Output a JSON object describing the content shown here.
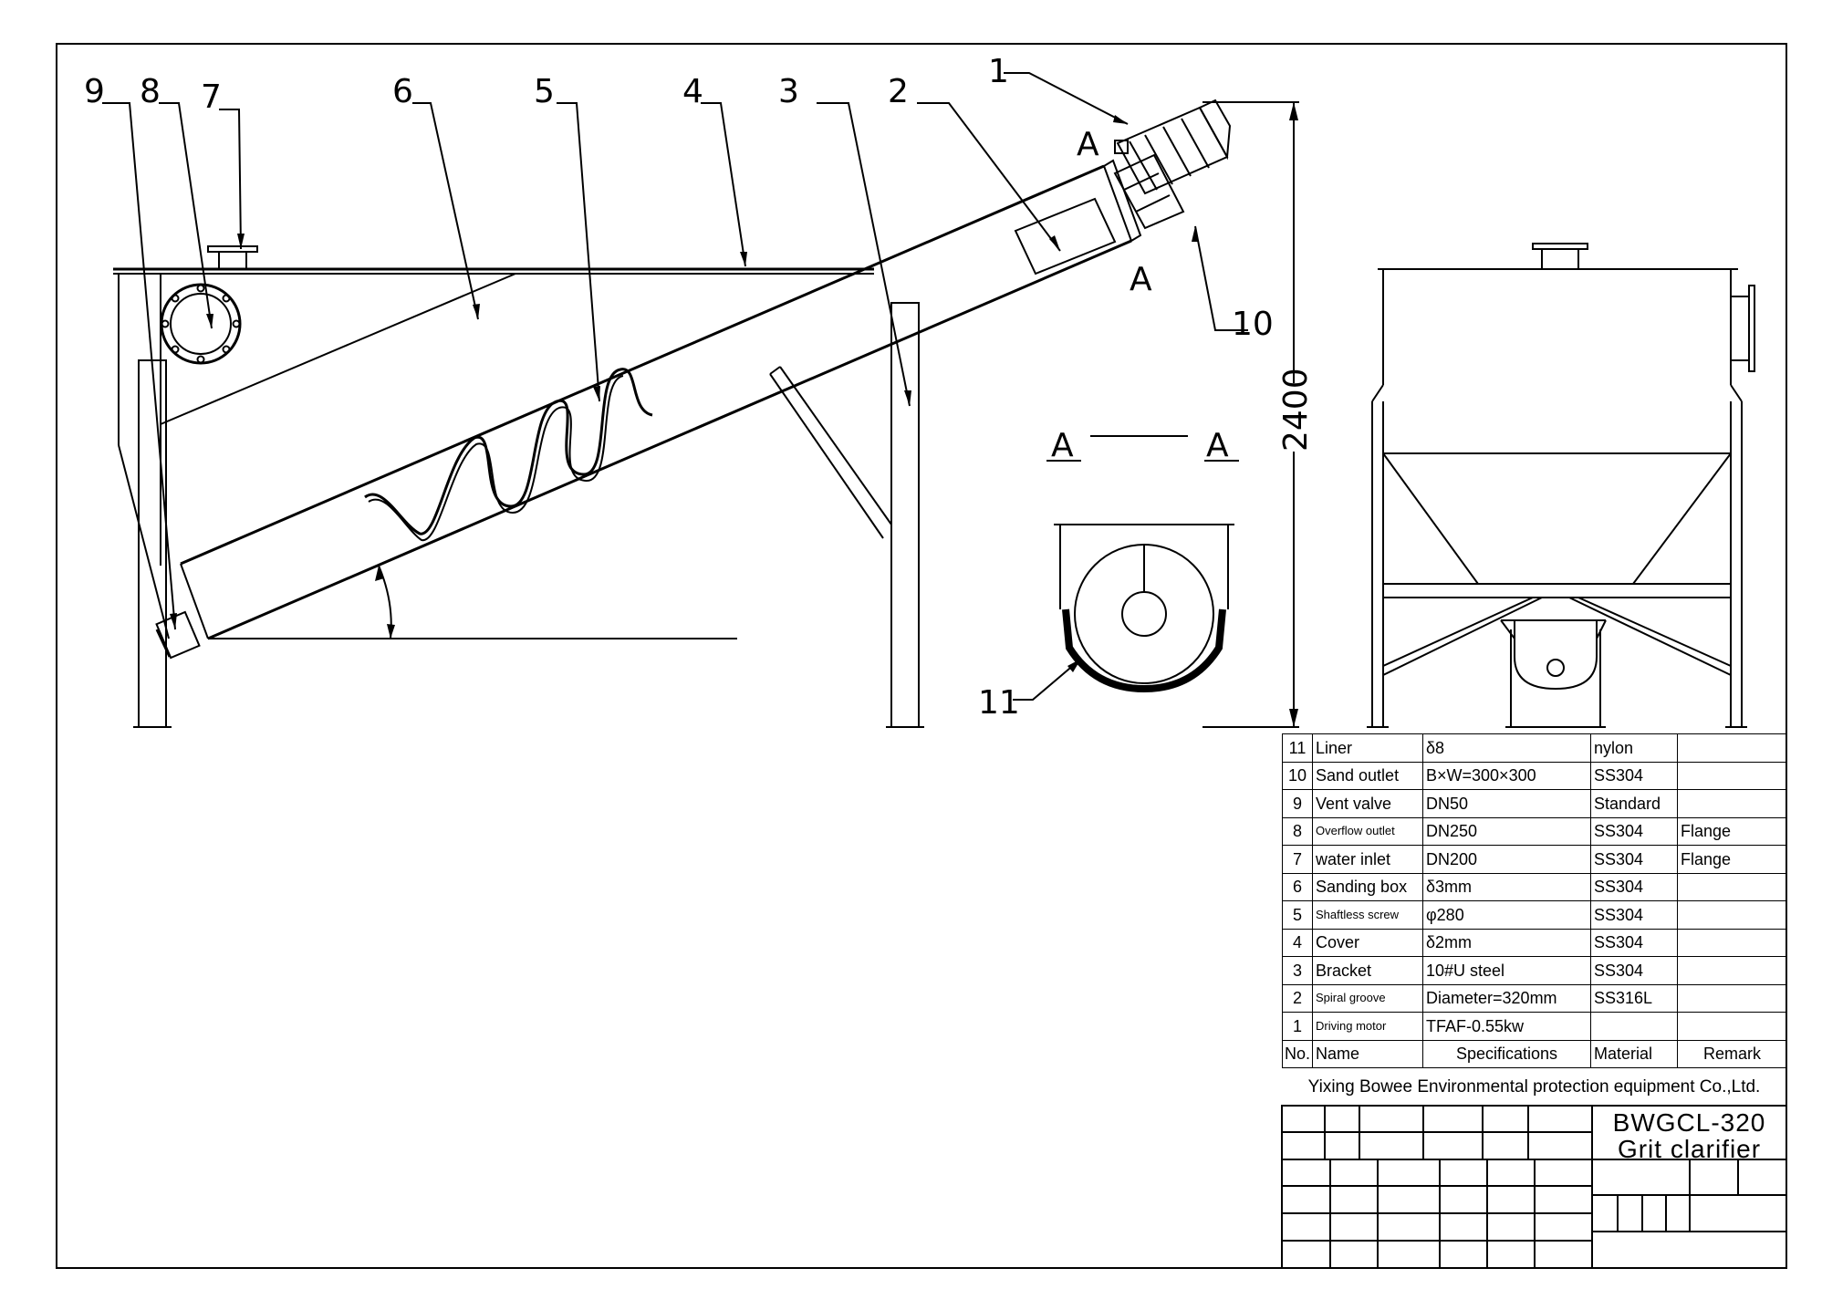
{
  "callouts": [
    "1",
    "2",
    "3",
    "4",
    "5",
    "6",
    "7",
    "8",
    "9",
    "10",
    "11"
  ],
  "section_marks": {
    "letter": "A",
    "title_left": "A",
    "title_right": "A"
  },
  "dimension": "2400",
  "parts_table": {
    "headers": {
      "no": "No.",
      "name": "Name",
      "spec": "Specifications",
      "material": "Material",
      "remark": "Remark"
    },
    "rows": [
      {
        "no": "11",
        "name": "Liner",
        "spec": "δ8",
        "material": "nylon",
        "remark": ""
      },
      {
        "no": "10",
        "name": "Sand outlet",
        "spec": "B×W=300×300",
        "material": "SS304",
        "remark": ""
      },
      {
        "no": "9",
        "name": "Vent valve",
        "spec": "DN50",
        "material": "Standard",
        "remark": ""
      },
      {
        "no": "8",
        "name": "Overflow outlet",
        "spec": "DN250",
        "material": "SS304",
        "remark": "Flange"
      },
      {
        "no": "7",
        "name": "water inlet",
        "spec": "DN200",
        "material": "SS304",
        "remark": "Flange"
      },
      {
        "no": "6",
        "name": "Sanding box",
        "spec": "δ3mm",
        "material": "SS304",
        "remark": ""
      },
      {
        "no": "5",
        "name": "Shaftless screw",
        "spec": "φ280",
        "material": "SS304",
        "remark": ""
      },
      {
        "no": "4",
        "name": "Cover",
        "spec": "δ2mm",
        "material": "SS304",
        "remark": ""
      },
      {
        "no": "3",
        "name": "Bracket",
        "spec": "10#U steel",
        "material": "SS304",
        "remark": ""
      },
      {
        "no": "2",
        "name": "Spiral groove",
        "spec": "Diameter=320mm",
        "material": "SS316L",
        "remark": ""
      },
      {
        "no": "1",
        "name": "Driving motor",
        "spec": "TFAF-0.55kw",
        "material": "",
        "remark": ""
      }
    ]
  },
  "company": "Yixing Bowee Environmental protection equipment Co.,Ltd.",
  "model": {
    "code": "BWGCL-320",
    "name": "Grit clarifier"
  }
}
